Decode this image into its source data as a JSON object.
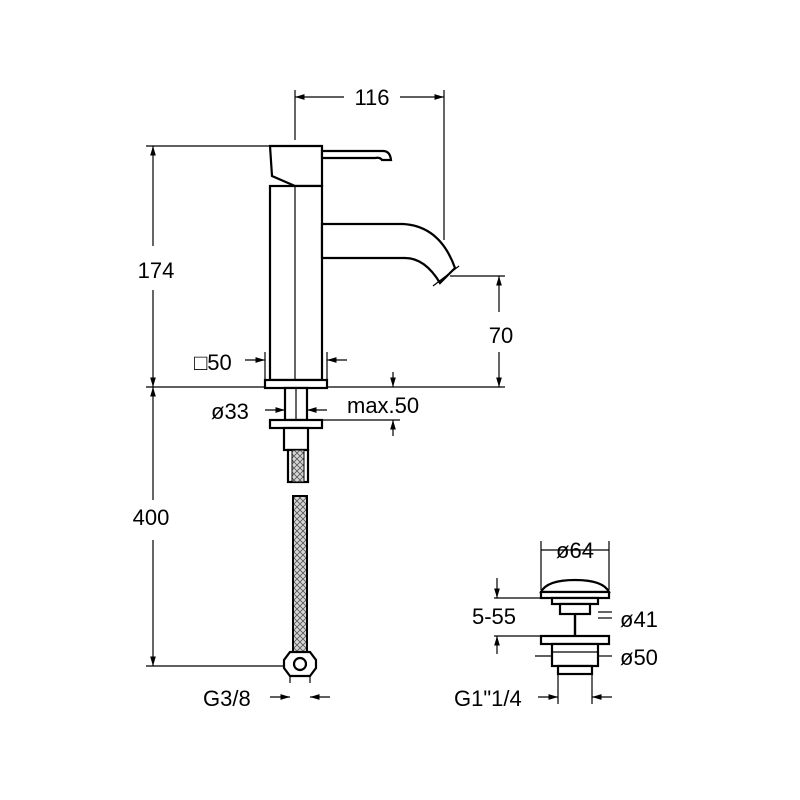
{
  "colors": {
    "line": "#000000",
    "background": "#ffffff",
    "hose_fill": "#cfcfcf"
  },
  "dimensions": {
    "spout_reach": "116",
    "total_height": "174",
    "spout_height": "70",
    "base_square": "□50",
    "shank_diameter": "ø33",
    "max_thickness": "max.50",
    "hose_length": "400",
    "hose_thread": "G3/8",
    "waste_top_diameter": "ø64",
    "waste_range": "5-55",
    "waste_mid_diameter": "ø41",
    "waste_bottom_diameter": "ø50",
    "waste_thread": "G1\"1/4"
  }
}
